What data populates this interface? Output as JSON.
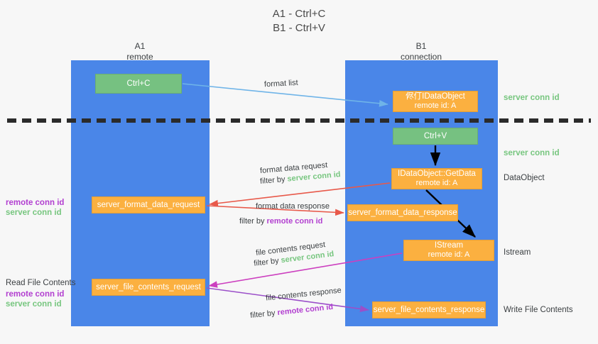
{
  "title": {
    "line1": "A1 - Ctrl+C",
    "line2": "B1 - Ctrl+V"
  },
  "lanes": [
    {
      "id": "a1",
      "name": "A1",
      "role": "remote"
    },
    {
      "id": "b1",
      "name": "B1",
      "role": "connection"
    }
  ],
  "boxes": {
    "ctrl_c": {
      "label": "Ctrl+C",
      "color": "#76c181"
    },
    "idataobject": {
      "label": "侭仃IDataObject",
      "sub": "remote id: A",
      "color": "#fbb040"
    },
    "ctrl_v": {
      "label": "Ctrl+V",
      "color": "#76c181"
    },
    "getdata": {
      "label": "IDataObject::GetData",
      "sub": "remote id: A",
      "color": "#fbb040"
    },
    "istream": {
      "label": "IStream",
      "sub": "remote id: A",
      "color": "#fbb040"
    },
    "server_format_data_request": {
      "label": "server_format_data_request",
      "color": "#fbb040"
    },
    "server_format_data_response": {
      "label": "server_format_data_response",
      "color": "#fbb040"
    },
    "server_file_contents_request": {
      "label": "server_file_contents_request",
      "color": "#fbb040"
    },
    "server_file_contents_response": {
      "label": "server_file_contents_response",
      "color": "#fbb040"
    }
  },
  "right_labels": {
    "server_conn_id_1": "server conn id",
    "server_conn_id_2": "server conn id",
    "dataobject": "DataObject",
    "istream": "Istream",
    "write_file_contents": "Write File Contents"
  },
  "left_labels": {
    "remote_conn_id_1": "remote conn id",
    "server_conn_id_1": "server conn id",
    "read_file_contents": "Read File Contents",
    "remote_conn_id_2": "remote conn id",
    "server_conn_id_2": "server conn id"
  },
  "flow_labels": {
    "format_list": "format list",
    "format_data_request": "format data request",
    "format_data_request_filter_prefix": "filter by ",
    "format_data_request_filter_value": "server conn id",
    "format_data_response": "format data response",
    "format_data_response_filter_prefix": "filter by ",
    "format_data_response_filter_value": "remote conn id",
    "file_contents_request": "file contents request",
    "file_contents_request_filter_prefix": "filter by ",
    "file_contents_request_filter_value": "server conn id",
    "file_contents_response": "file contents response",
    "file_contents_response_filter_prefix": "filter by ",
    "file_contents_response_filter_value": "remote conn id"
  },
  "colors": {
    "lane": "#4a86e8",
    "green_box": "#76c181",
    "orange_box": "#fbb040",
    "green_text": "#77c67f",
    "purple_text": "#b23fd0",
    "red_arrow": "#e8594a",
    "blue_arrow": "#6fb4e8",
    "magenta_arrow": "#cc3fbf",
    "purple_arrow": "#9b4fc9",
    "black_arrow": "#000000",
    "background": "#f7f7f7",
    "dashed_line": "#2b2b2b"
  }
}
